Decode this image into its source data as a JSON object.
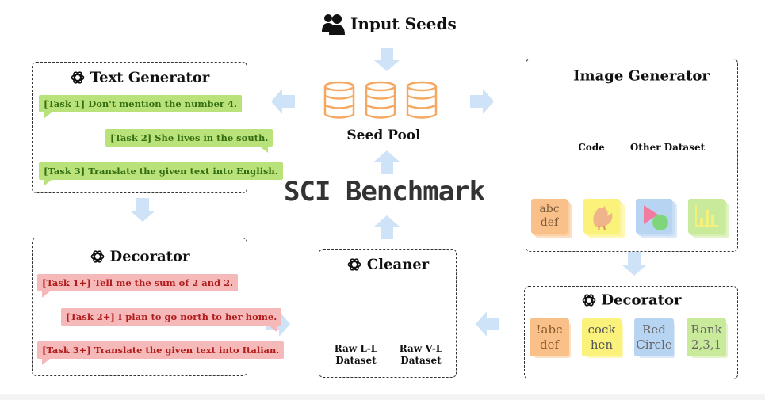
{
  "input_seeds": {
    "label": "Input Seeds",
    "icon": "users-icon"
  },
  "seed_pool": {
    "label": "Seed Pool",
    "icon": "database-icon"
  },
  "benchmark_title": "SCI Benchmark",
  "text_generator": {
    "title": "Text Generator",
    "tasks": [
      "[Task 1] Don't mention the number 4.",
      "[Task 2] She lives in the south.",
      "[Task 3] Translate the given text into English."
    ]
  },
  "text_decorator": {
    "title": "Decorator",
    "tasks": [
      "[Task 1+] Tell me the sum of 2 and 2.",
      "[Task 2+] I plan to go north to her home.",
      "[Task 3+] Translate the given text into Italian."
    ]
  },
  "image_generator": {
    "title": "Image Generator",
    "sources": [
      "Code",
      "Other Dataset"
    ],
    "cards": [
      {
        "line1": "abc",
        "line2": "def",
        "color": "#f9c08a"
      },
      {
        "icon": "chicken-icon",
        "color": "#fbf27b"
      },
      {
        "icon": "shapes-icon",
        "color": "#b7d4f2"
      },
      {
        "icon": "bar-chart-icon",
        "color": "#c8ea9a"
      }
    ]
  },
  "image_decorator": {
    "title": "Decorator",
    "cards": [
      {
        "line1": "!abc",
        "line2": "def",
        "color": "#f9c08a",
        "text_color": "#8a5a2a"
      },
      {
        "line1": "cock",
        "line2": "hen",
        "color": "#fbf27b",
        "text_color": "#555"
      },
      {
        "line1": "Red",
        "line2": "Circle",
        "color": "#b7d4f2",
        "text_color": "#555"
      },
      {
        "line1": "Rank",
        "line2": "2,3,1",
        "color": "#c8ea9a",
        "text_color": "#555"
      }
    ]
  },
  "cleaner": {
    "title": "Cleaner",
    "datasets": [
      {
        "line1": "Raw L-L",
        "line2": "Dataset"
      },
      {
        "line1": "Raw V-L",
        "line2": "Dataset"
      }
    ]
  },
  "colors": {
    "arrow": "#cfe3f8",
    "db_orange": "#f7a860",
    "db_blue": "#a8cdf0",
    "code_green": "#8cc63f"
  }
}
